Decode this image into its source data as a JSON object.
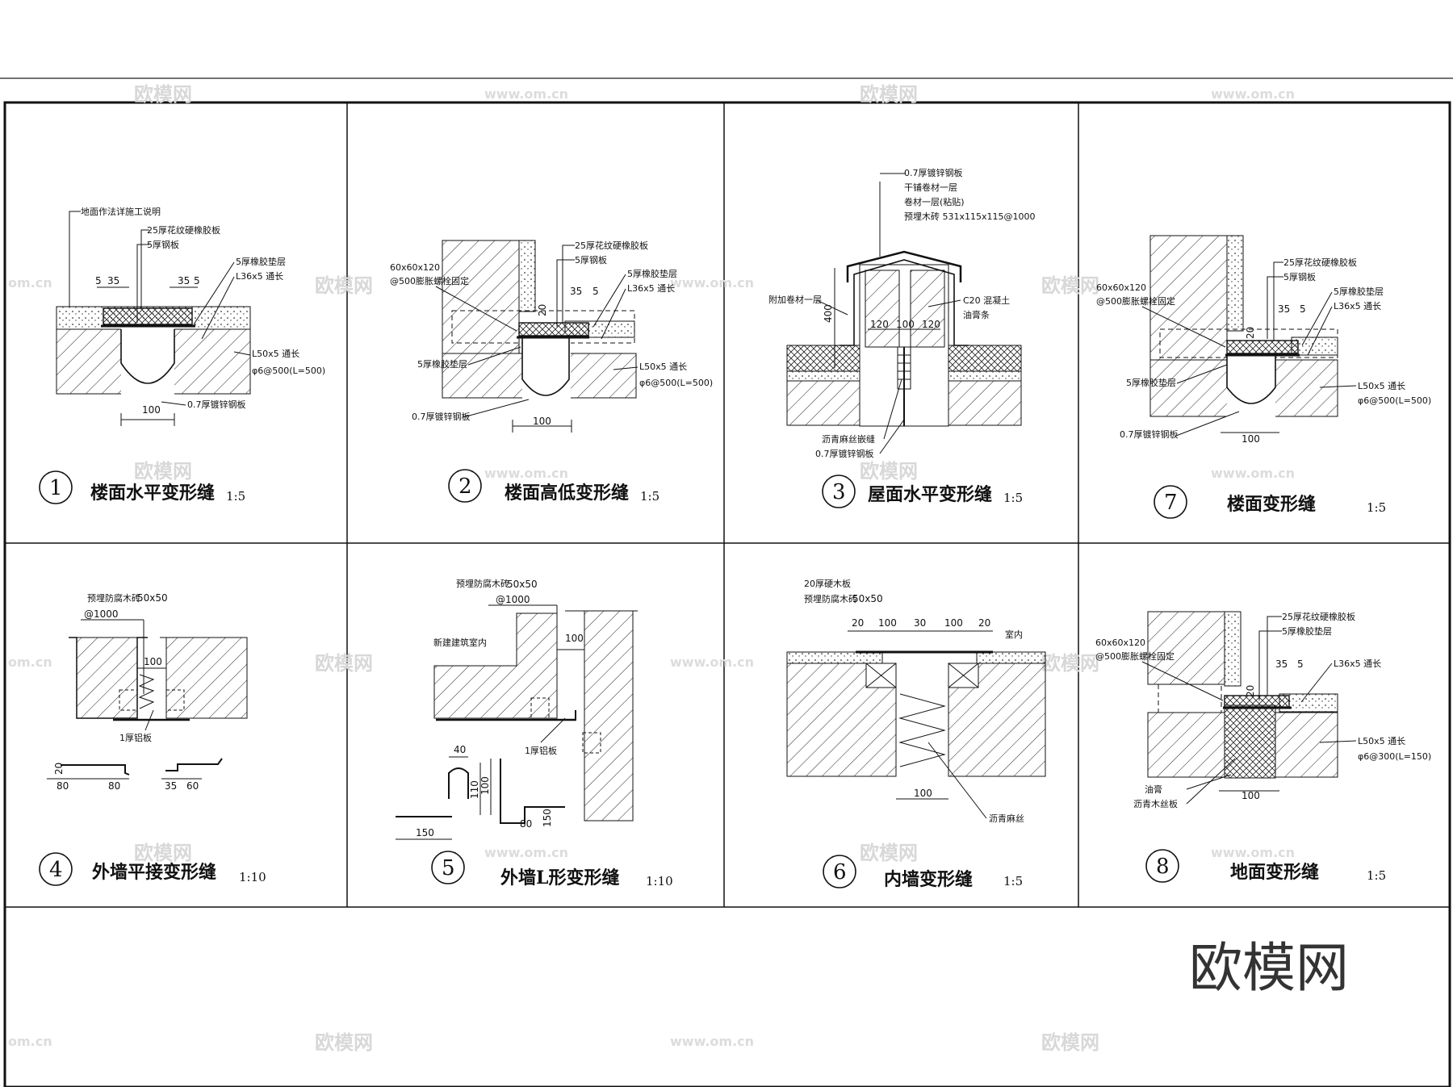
{
  "sheet": {
    "logo_text": "欧模网",
    "watermark_text": "欧模网",
    "watermark_url": "www.om.cn",
    "watermark_cn": "om.cn"
  },
  "details": [
    {
      "id": "1",
      "title": "楼面水平变形缝",
      "scale": "1:5",
      "labels": [
        "地面作法详施工说明",
        "25厚花纹硬橡胶板",
        "5厚钢板",
        "5厚橡胶垫层",
        "L36x5 通长",
        "L50x5 通长",
        "φ6@500(L=500)",
        "0.7厚镀锌钢板"
      ],
      "dims": [
        "5",
        "35",
        "35",
        "5",
        "100"
      ]
    },
    {
      "id": "2",
      "title": "楼面高低变形缝",
      "scale": "1:5",
      "labels": [
        "60x60x120",
        "@500膨胀螺栓固定",
        "25厚花纹硬橡胶板",
        "5厚钢板",
        "5厚橡胶垫层",
        "L36x5 通长",
        "5厚橡胶垫层",
        "L50x5 通长",
        "φ6@500(L=500)",
        "0.7厚镀锌钢板"
      ],
      "dims": [
        "35",
        "5",
        "20",
        "100"
      ]
    },
    {
      "id": "3",
      "title": "屋面水平变形缝",
      "scale": "1:5",
      "labels": [
        "0.7厚镀锌钢板",
        "干铺卷材一层",
        "卷材一层(粘贴)",
        "预埋木砖 531x115x115@1000",
        "附加卷材一层",
        "C20 混凝土",
        "油膏条",
        "沥青麻丝嵌缝",
        "0.7厚镀锌钢板"
      ],
      "dims": [
        "400",
        "120",
        "100",
        "120"
      ]
    },
    {
      "id": "7",
      "title": "楼面变形缝",
      "scale": "1:5",
      "labels": [
        "60x60x120",
        "@500膨胀螺栓固定",
        "25厚花纹硬橡胶板",
        "5厚钢板",
        "5厚橡胶垫层",
        "L36x5 通长",
        "5厚橡胶垫层",
        "L50x5 通长",
        "φ6@500(L=500)",
        "0.7厚镀锌钢板"
      ],
      "dims": [
        "35",
        "5",
        "20",
        "100"
      ]
    },
    {
      "id": "4",
      "title": "外墙平接变形缝",
      "scale": "1:10",
      "labels": [
        "预埋防腐木砖",
        "50x50",
        "@1000",
        "1厚铝板"
      ],
      "dims": [
        "100",
        "20",
        "80",
        "80",
        "35",
        "60"
      ]
    },
    {
      "id": "5",
      "title": "外墙L形变形缝",
      "scale": "1:10",
      "labels": [
        "预埋防腐木砖",
        "50x50",
        "@1000",
        "新建建筑室内",
        "1厚铝板"
      ],
      "dims": [
        "100",
        "40",
        "100",
        "110",
        "80",
        "150",
        "150"
      ]
    },
    {
      "id": "6",
      "title": "内墙变形缝",
      "scale": "1:5",
      "labels": [
        "20厚硬木板",
        "预埋防腐木砖",
        "50x50",
        "室内",
        "沥青麻丝"
      ],
      "dims": [
        "20",
        "100",
        "30",
        "100",
        "20",
        "100"
      ]
    },
    {
      "id": "8",
      "title": "地面变形缝",
      "scale": "1:5",
      "labels": [
        "60x60x120",
        "@500膨胀螺栓固定",
        "25厚花纹硬橡胶板",
        "5厚橡胶垫层",
        "L36x5 通长",
        "L50x5 通长",
        "φ6@300(L=150)",
        "油膏",
        "沥青木丝板"
      ],
      "dims": [
        "35",
        "5",
        "20",
        "100"
      ]
    }
  ]
}
